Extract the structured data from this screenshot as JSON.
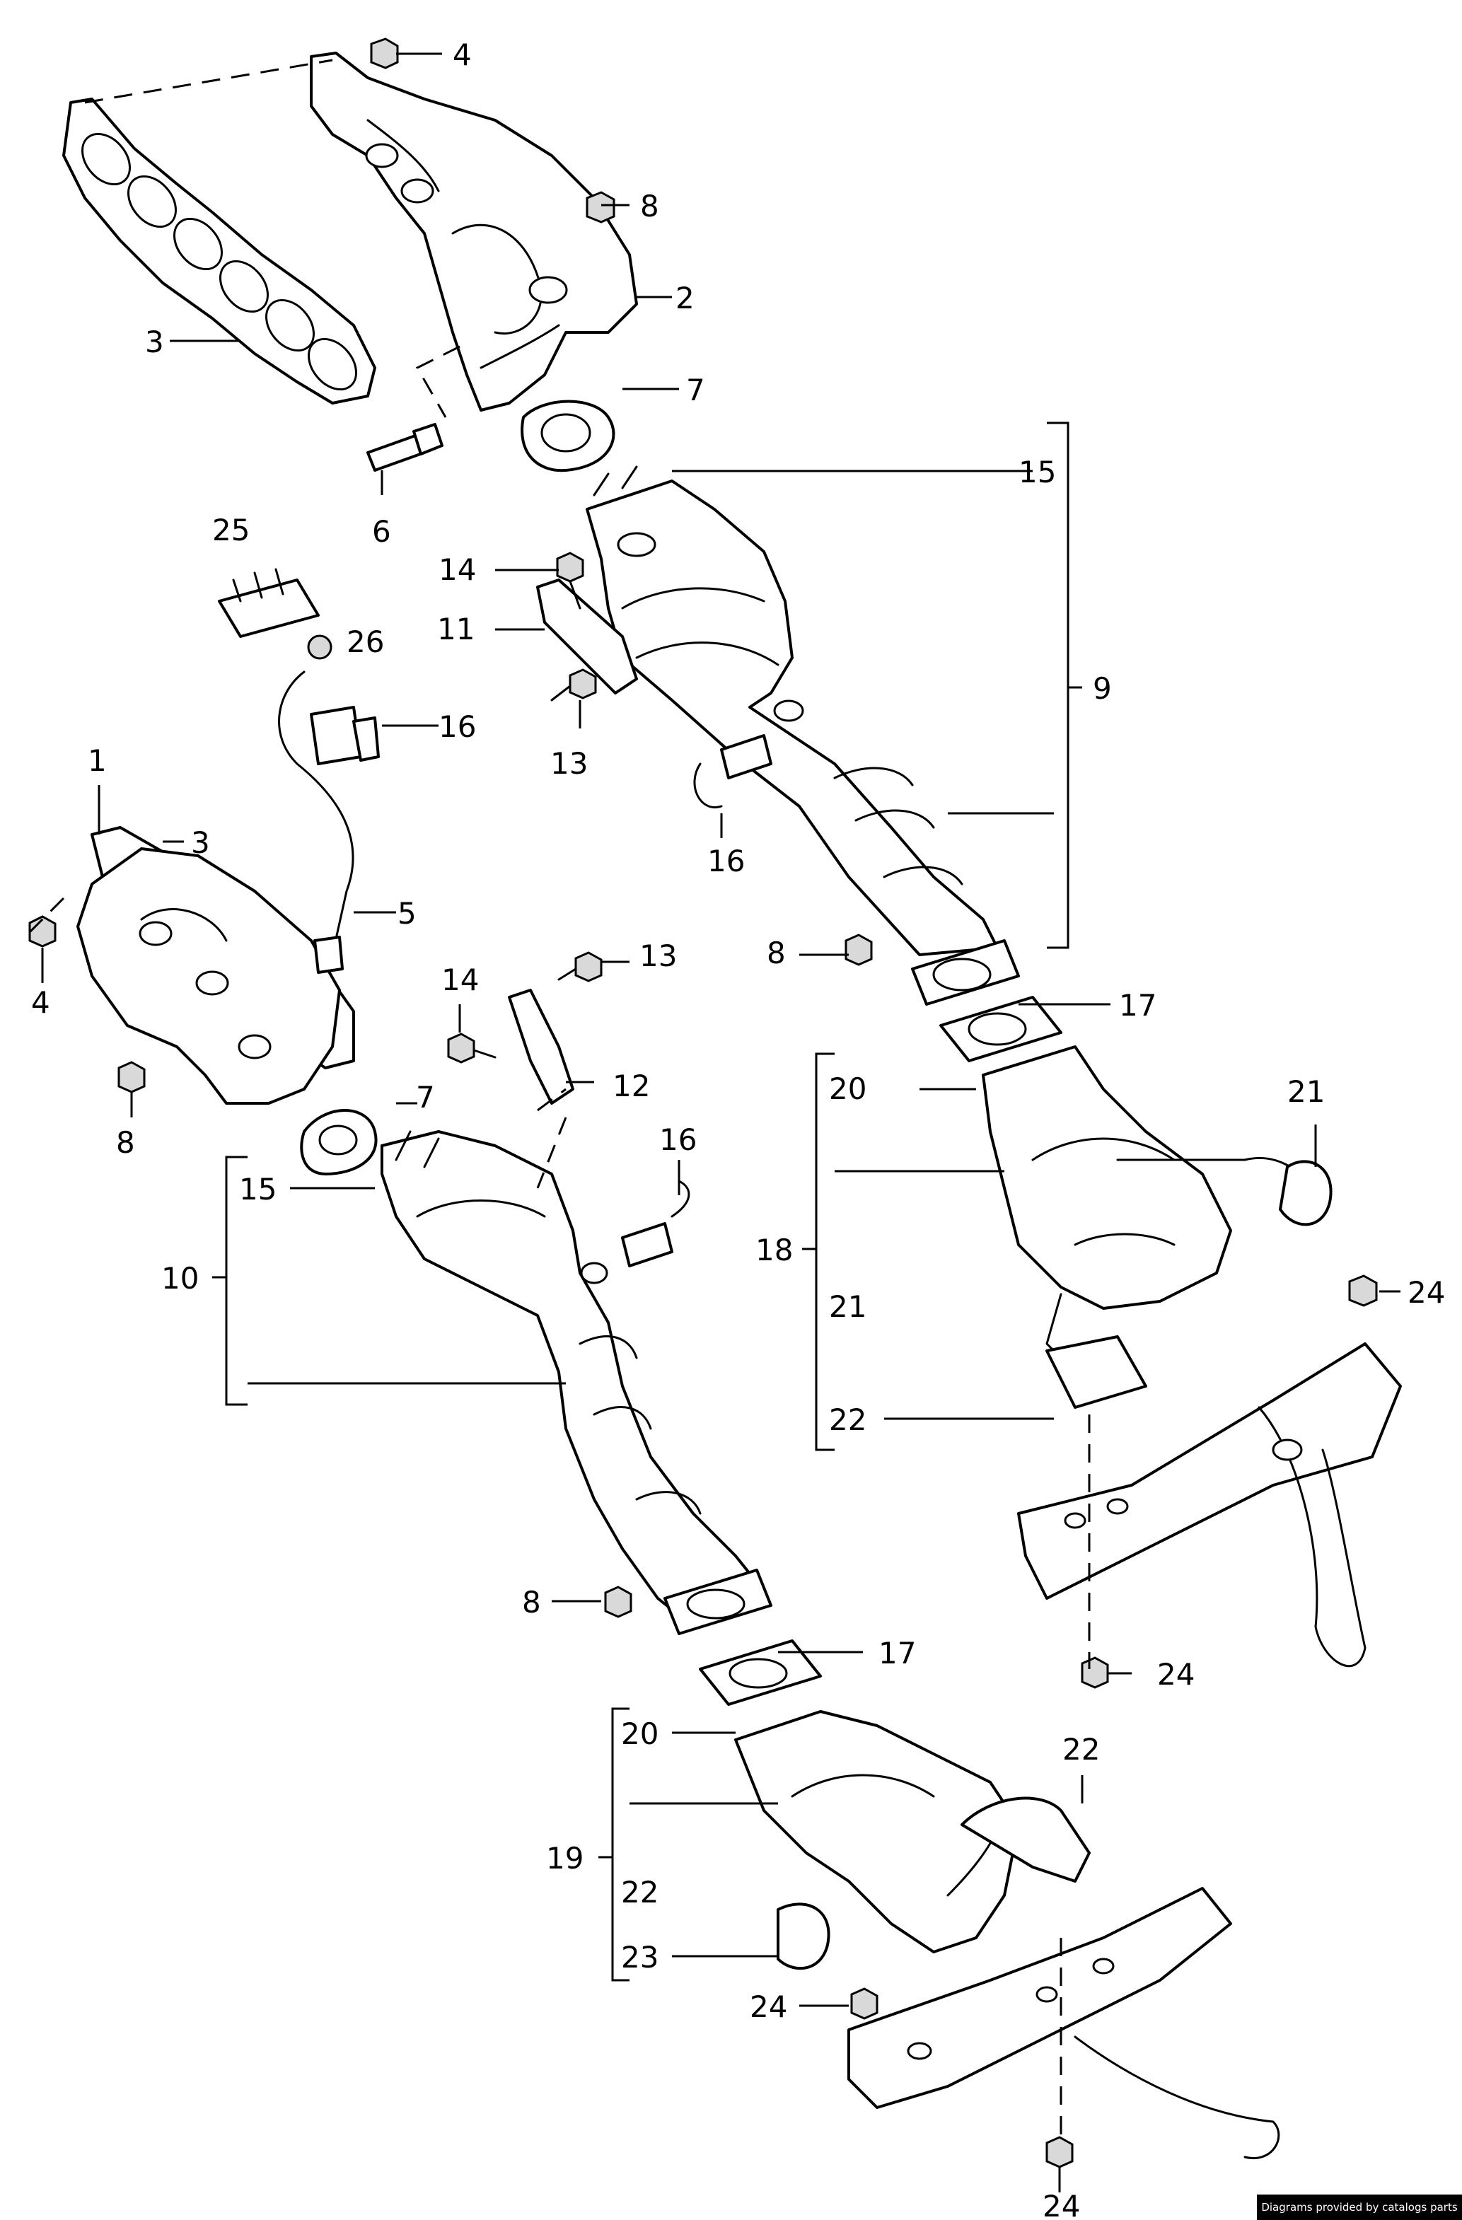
{
  "callouts": {
    "c1": "1",
    "c2": "2",
    "c3": "3",
    "c4": "4",
    "c5": "5",
    "c6": "6",
    "c7": "7",
    "c8": "8",
    "c9": "9",
    "c10": "10",
    "c11": "11",
    "c12": "12",
    "c13": "13",
    "c14": "14",
    "c15": "15",
    "c16": "16",
    "c17": "17",
    "c18": "18",
    "c19": "19",
    "c20": "20",
    "c21": "21",
    "c22": "22",
    "c23": "23",
    "c24": "24",
    "c25": "25",
    "c26": "26"
  },
  "credit": "Diagrams provided by catalogs parts"
}
